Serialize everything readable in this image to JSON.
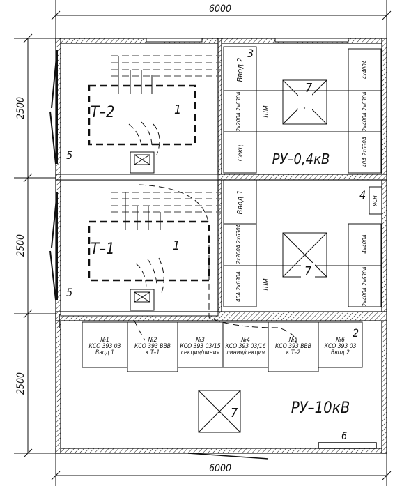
{
  "dimensions": {
    "top": "6000",
    "bottom": "6000",
    "left": [
      "2500",
      "2500",
      "2500"
    ]
  },
  "rooms": {
    "t2": {
      "name": "Т–2",
      "num": "1",
      "door_num": "5"
    },
    "t1": {
      "name": "Т–1",
      "num": "1",
      "door_num": "5"
    },
    "ru04_top": {
      "title": "РУ–0,4кВ",
      "num": "3",
      "center_num": "7",
      "shm": "ШМ",
      "left": [
        "Ввод 2",
        "2х200А 2х630А",
        "Секц."
      ],
      "right": [
        "4х400А",
        "2х400А 2х630А",
        "40А 2х630А"
      ]
    },
    "ru04_bottom": {
      "num": "4",
      "center_num": "7",
      "shm": "ШМ",
      "ysn": "ЯСН",
      "left": [
        "Ввод 1",
        "2х200А 2х630А",
        "40А 2х630А"
      ],
      "right": [
        "4х400А",
        "2х400А 2х630А"
      ]
    },
    "ru10": {
      "title": "РУ–10кВ",
      "num": "2",
      "center_num": "7",
      "item6": "6",
      "cells": [
        {
          "no": "№1",
          "type": "КСО 393 03",
          "desc": "Ввод 1"
        },
        {
          "no": "№2",
          "type": "КСО 393 ВВВ",
          "desc": "к Т–1"
        },
        {
          "no": "№3",
          "type": "КСО 393 03/15",
          "desc": "секция/линия"
        },
        {
          "no": "№4",
          "type": "КСО 393 03/16",
          "desc": "линия/секция"
        },
        {
          "no": "№5",
          "type": "КСО 393 ВВВ",
          "desc": "к Т–2"
        },
        {
          "no": "№6",
          "type": "КСО 393 03",
          "desc": "Ввод 2"
        }
      ]
    }
  }
}
